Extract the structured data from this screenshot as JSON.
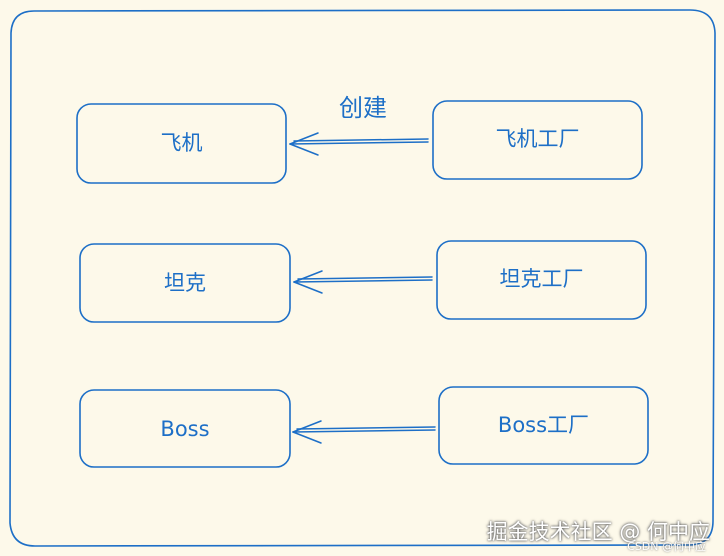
{
  "diagram": {
    "action_label": "创建",
    "products": [
      "飞机",
      "坦克",
      "Boss"
    ],
    "factories": [
      "飞机工厂",
      "坦克工厂",
      "Boss工厂"
    ]
  },
  "watermark": {
    "main": "掘金技术社区 @ 何中应",
    "sub": "CSDN @何中应"
  },
  "colors": {
    "stroke": "#1d6fc7",
    "background": "#fdf9ea"
  }
}
